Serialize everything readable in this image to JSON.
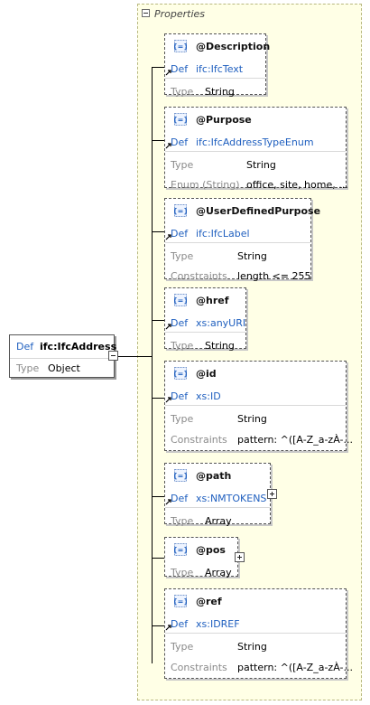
{
  "properties_label": "Properties",
  "root": {
    "def_label": "Def",
    "name": "ifc:IfcAddress",
    "type_label": "Type",
    "type_value": "Object"
  },
  "attributes": [
    {
      "name": "@Description",
      "def_label": "Def",
      "def": "ifc:IfcText",
      "props": [
        {
          "label": "Type",
          "value": "String"
        }
      ]
    },
    {
      "name": "@Purpose",
      "def_label": "Def",
      "def": "ifc:IfcAddressTypeEnum",
      "props": [
        {
          "label": "Type",
          "value": "String"
        },
        {
          "label": "Enum (String)",
          "value": "office, site, home, ..."
        }
      ]
    },
    {
      "name": "@UserDefinedPurpose",
      "def_label": "Def",
      "def": "ifc:IfcLabel",
      "props": [
        {
          "label": "Type",
          "value": "String"
        },
        {
          "label": "Constraints",
          "value": "length <= 255"
        }
      ]
    },
    {
      "name": "@href",
      "def_label": "Def",
      "def": "xs:anyURI",
      "props": [
        {
          "label": "Type",
          "value": "String"
        }
      ]
    },
    {
      "name": "@id",
      "def_label": "Def",
      "def": "xs:ID",
      "props": [
        {
          "label": "Type",
          "value": "String"
        },
        {
          "label": "Constraints",
          "value": "pattern: ^([A-Z_a-zÀ-..."
        }
      ]
    },
    {
      "name": "@path",
      "def_label": "Def",
      "def": "xs:NMTOKENS",
      "props": [
        {
          "label": "Type",
          "value": "Array"
        }
      ]
    },
    {
      "name": "@pos",
      "def_label": "",
      "def": "",
      "props": [
        {
          "label": "Type",
          "value": "Array"
        }
      ]
    },
    {
      "name": "@ref",
      "def_label": "Def",
      "def": "xs:IDREF",
      "props": [
        {
          "label": "Type",
          "value": "String"
        },
        {
          "label": "Constraints",
          "value": "pattern: ^([A-Z_a-zÀ-..."
        }
      ]
    }
  ],
  "colors": {
    "panel": "#ffffe6",
    "def_blue": "#1f5fbf",
    "label_gray": "#8a8a8a"
  }
}
